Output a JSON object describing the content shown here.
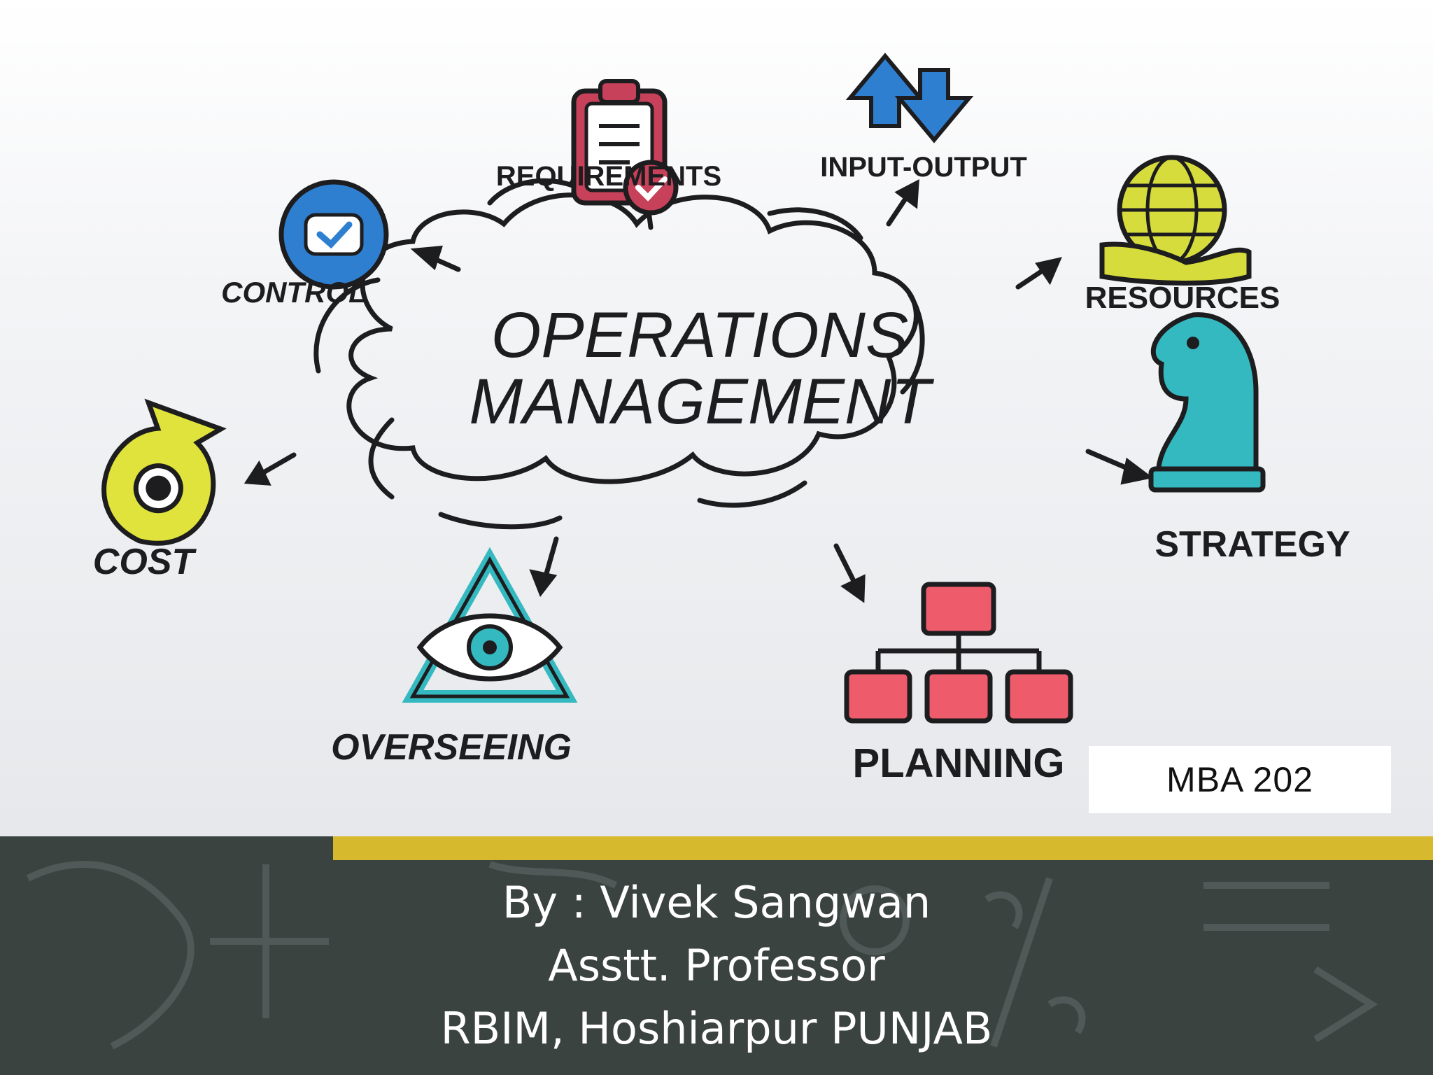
{
  "diagram": {
    "center_title_line1": "OPERATIONS",
    "center_title_line2": "MANAGEMENT",
    "nodes": {
      "requirements": "REQUIREMENTS",
      "input_output": "INPUT-OUTPUT",
      "control": "CONTROL",
      "resources": "RESOURCES",
      "cost": "COST",
      "strategy": "STRATEGY",
      "overseeing": "OVERSEEING",
      "planning": "PLANNING"
    },
    "colors": {
      "requirements_icon": "#c7415a",
      "input_output_icon": "#2f7fd0",
      "control_icon": "#2f7fd0",
      "resources_icon": "#d6dc3c",
      "cost_icon": "#dfe33b",
      "strategy_icon": "#35b9c1",
      "overseeing_icon": "#35b9c1",
      "planning_icon": "#ee5c6c"
    }
  },
  "course_code": "MBA 202",
  "footer": {
    "line1": "By : Vivek Sangwan",
    "line2": "Asstt. Professor",
    "line3": "RBIM, Hoshiarpur PUNJAB",
    "accent_color": "#d7b92e",
    "background_color": "#3b4341"
  }
}
